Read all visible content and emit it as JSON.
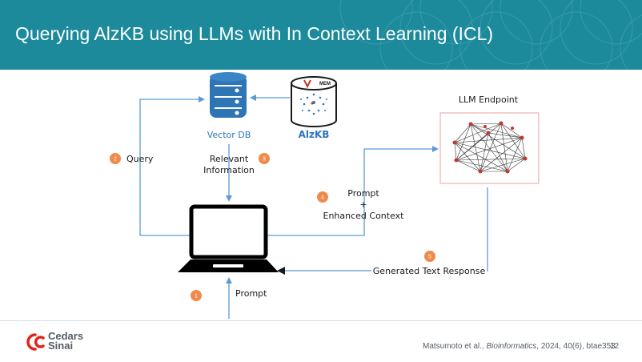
{
  "slide": {
    "title": "Querying AlzKB using LLMs with In Context Learning (ICL)"
  },
  "diagram": {
    "vector_db_label": "Vector DB",
    "alzkb_label": "AlzKB",
    "alzkb_logo_text": "MEM",
    "llm_endpoint_label": "LLM Endpoint",
    "steps": [
      {
        "num": "1",
        "label": "Prompt"
      },
      {
        "num": "2",
        "label": "Query"
      },
      {
        "num": "3",
        "label_line1": "Relevant",
        "label_line2": "Information"
      },
      {
        "num": "4",
        "label_line1": "Prompt",
        "label_line2": "+",
        "label_line3": "Enhanced Context"
      },
      {
        "num": "5",
        "label": "Generated Text Response"
      }
    ],
    "colors": {
      "arrow": "#5b9bd5",
      "badge": "#f08a4b",
      "db": "#2e75b6",
      "alzkb_text": "#2e75b6",
      "graph_node": "#c0392b",
      "graph_border": "#e8a0a0"
    }
  },
  "footer": {
    "logo_line1": "Cedars",
    "logo_line2": "Sinai",
    "citation_prefix": "Matsumoto et al., ",
    "citation_journal": "Bioinformatics",
    "citation_suffix": ", 2024, 40(6), btae353",
    "page_number": "12"
  }
}
